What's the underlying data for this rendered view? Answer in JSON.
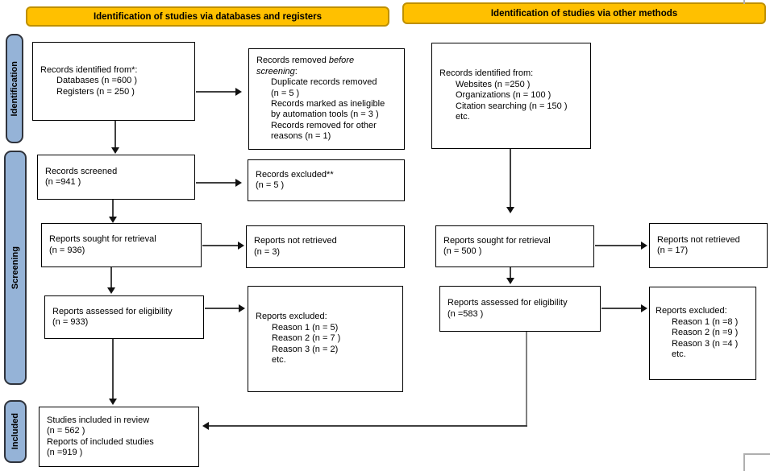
{
  "headers": {
    "left": "Identification of studies via databases and registers",
    "right": "Identification of studies via other methods"
  },
  "sidebar": {
    "identification": "Identification",
    "screening": "Screening",
    "included": "Included"
  },
  "boxes": {
    "db_identified": {
      "title": "Records identified from*:",
      "items": [
        "Databases (n =600 )",
        "Registers (n = 250 )"
      ]
    },
    "removed": {
      "t1n": "Records removed ",
      "t1i": "before",
      "t2i": "screening",
      "t2n": ":",
      "lines": [
        "Duplicate records removed",
        "(n = 5 )",
        "Records marked as ineligible",
        "by automation tools (n = 3 )",
        "Records removed for other",
        "reasons (n = 1)"
      ]
    },
    "screened": {
      "lines": [
        "Records screened",
        "(n =941 )"
      ]
    },
    "records_excluded": {
      "lines": [
        "Records excluded**",
        "(n = 5 )"
      ]
    },
    "sought": {
      "lines": [
        "Reports sought for retrieval",
        "(n = 936)"
      ]
    },
    "not_retrieved": {
      "lines": [
        "Reports not retrieved",
        "(n = 3)"
      ]
    },
    "assessed": {
      "lines": [
        "Reports assessed for eligibility",
        "(n = 933)"
      ]
    },
    "reports_excluded": {
      "title": "Reports excluded:",
      "items": [
        "Reason 1 (n = 5)",
        "Reason 2 (n = 7 )",
        "Reason 3 (n = 2)",
        "etc."
      ]
    },
    "included": {
      "lines": [
        "Studies included in review",
        "(n = 562 )",
        "Reports of included studies",
        "(n =919 )"
      ]
    },
    "om_identified": {
      "title": "Records identified from:",
      "items": [
        "Websites (n =250 )",
        "Organizations (n = 100 )",
        "Citation searching (n = 150 )",
        "etc."
      ]
    },
    "om_sought": {
      "lines": [
        "Reports sought for retrieval",
        "(n = 500 )"
      ]
    },
    "om_not_retrieved": {
      "lines": [
        "Reports not retrieved",
        "(n = 17)"
      ]
    },
    "om_assessed": {
      "lines": [
        "Reports assessed for eligibility",
        "(n =583 )"
      ]
    },
    "om_reports_excluded": {
      "title": "Reports excluded:",
      "items": [
        "Reason 1 (n =8 )",
        "Reason 2 (n =9 )",
        "Reason 3 (n =4 )",
        "etc."
      ]
    }
  },
  "colors": {
    "header_bg": "#FFC000",
    "header_border": "#BF9000",
    "sidebar_bg": "#95B3D7",
    "sidebar_border": "#2F333C",
    "box_border": "#000000",
    "arrow": "#404040",
    "elbow_gray": "#808080",
    "fragment_gray": "#AFAFAF"
  }
}
